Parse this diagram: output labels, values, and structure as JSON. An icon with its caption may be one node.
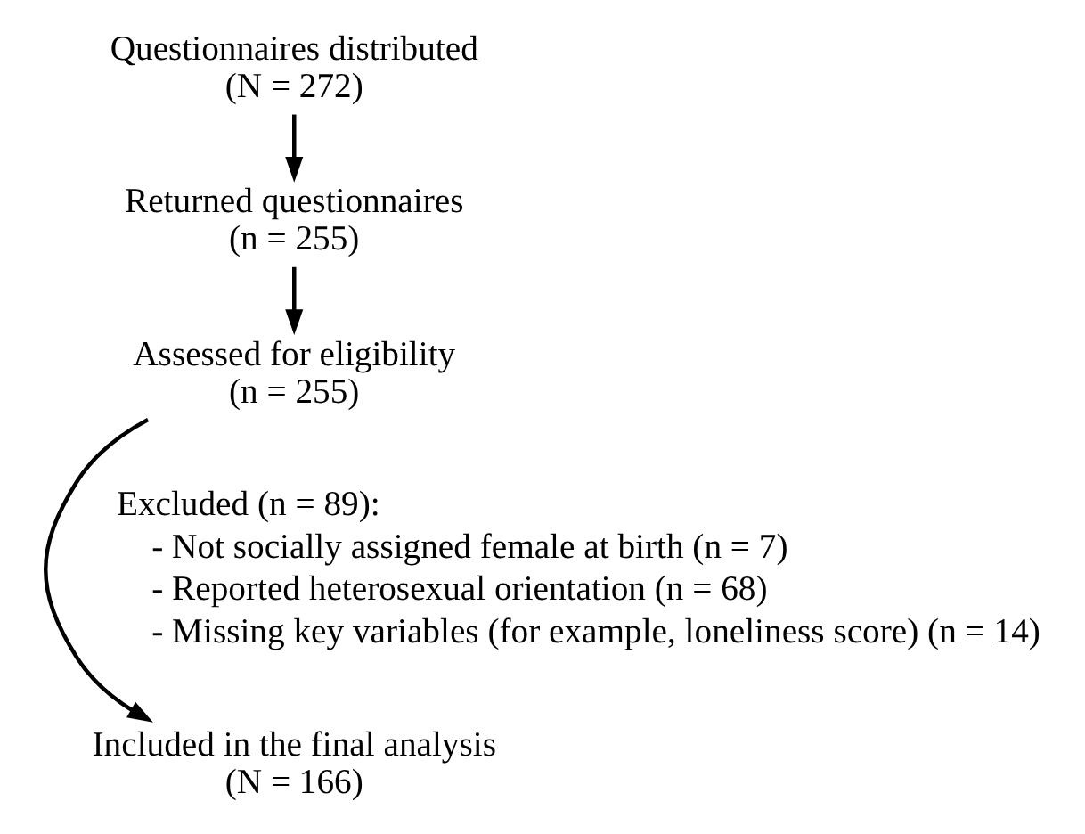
{
  "diagram": {
    "nodes": [
      {
        "text": [
          "Questionnaires distributed",
          "(N = 272)"
        ]
      },
      {
        "text": [
          "Returned questionnaires",
          "(n = 255)"
        ]
      },
      {
        "text": [
          "Assessed for eligibility",
          "(n = 255)"
        ]
      },
      {
        "text": [
          "Included in the final analysis",
          "(N = 166)"
        ]
      }
    ],
    "edges": [
      {
        "from": 0,
        "to": 1,
        "arrow": "to"
      },
      {
        "from": 1,
        "to": 2,
        "arrow": "to"
      },
      {
        "from": 2,
        "to": 3,
        "arrow": "to"
      }
    ],
    "labels": [
      "Excluded (n = 89):",
      "- Not socially assigned female at birth (n = 7)",
      "- Reported heterosexual orientation (n = 68)",
      "- Missing key variables (for example, loneliness score) (n = 14)"
    ]
  }
}
